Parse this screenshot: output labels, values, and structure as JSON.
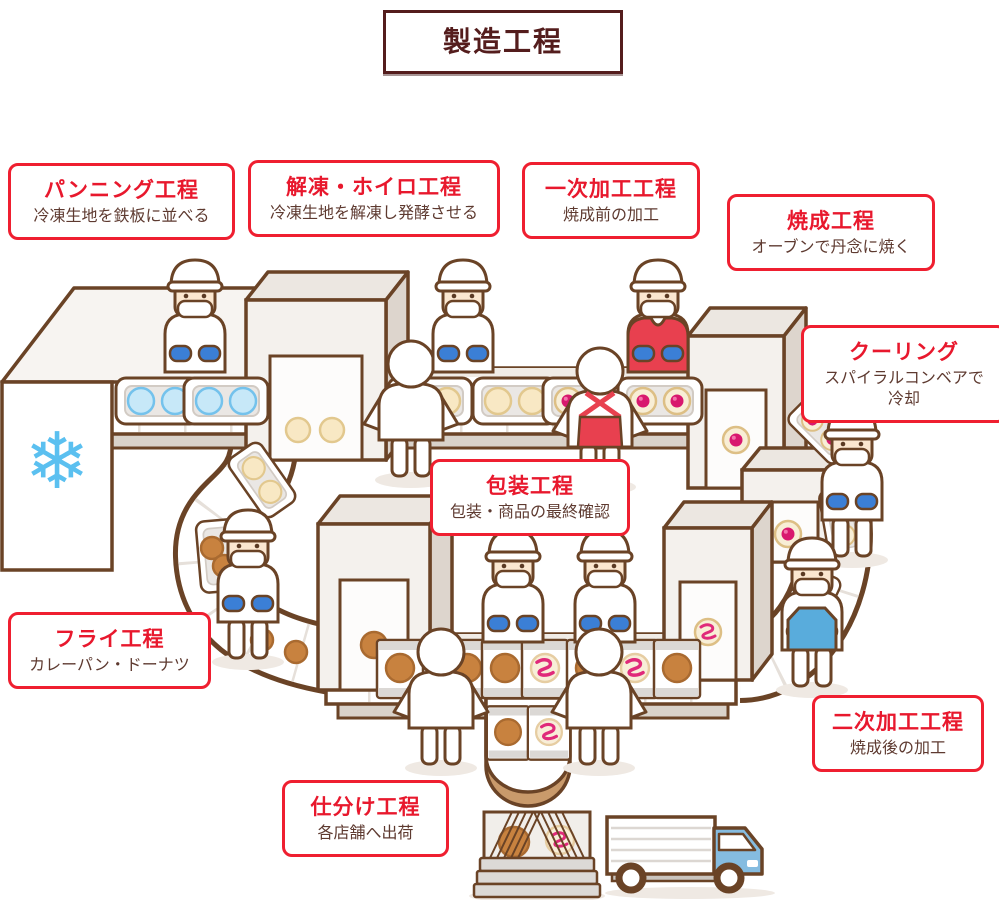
{
  "page": {
    "title": "製造工程"
  },
  "steps": [
    {
      "id": "panning",
      "title": "パンニング工程",
      "desc": "冷凍生地を鉄板に並べる"
    },
    {
      "id": "thaw-proof",
      "title": "解凍・ホイロ工程",
      "desc": "冷凍生地を解凍し発酵させる"
    },
    {
      "id": "primary-processing",
      "title": "一次加工工程",
      "desc": "焼成前の加工"
    },
    {
      "id": "baking",
      "title": "焼成工程",
      "desc": "オーブンで丹念に焼く"
    },
    {
      "id": "cooling",
      "title": "クーリング",
      "desc": "スパイラルコンベアで\n冷却"
    },
    {
      "id": "packaging",
      "title": "包装工程",
      "desc": "包装・商品の最終確認"
    },
    {
      "id": "frying",
      "title": "フライ工程",
      "desc": "カレーパン・ドーナツ"
    },
    {
      "id": "secondary-processing",
      "title": "二次加工工程",
      "desc": "焼成後の加工"
    },
    {
      "id": "sorting",
      "title": "仕分け工程",
      "desc": "各店舗へ出荷"
    }
  ],
  "icons": {
    "snowflake": "❄"
  },
  "colors": {
    "label_title_red": "#e8182d",
    "label_border_red": "#ef1f30",
    "label_desc_brown": "#5e3a30",
    "heading_maroon": "#541d1d",
    "outline_brown": "#6a4326",
    "machine_white": "#f4f1ed",
    "glove_blue": "#3b7fd6",
    "apron_blue": "#59acdc",
    "vest_red": "#e8404f",
    "frozen_dough_blue": "#c7e8f8",
    "dough_cream": "#f8e8c4",
    "jam_pink": "#d8186e",
    "fried_brown": "#c8823f",
    "truck_cab_blue": "#85bce0",
    "snowflake_blue": "#5bc0f0"
  }
}
